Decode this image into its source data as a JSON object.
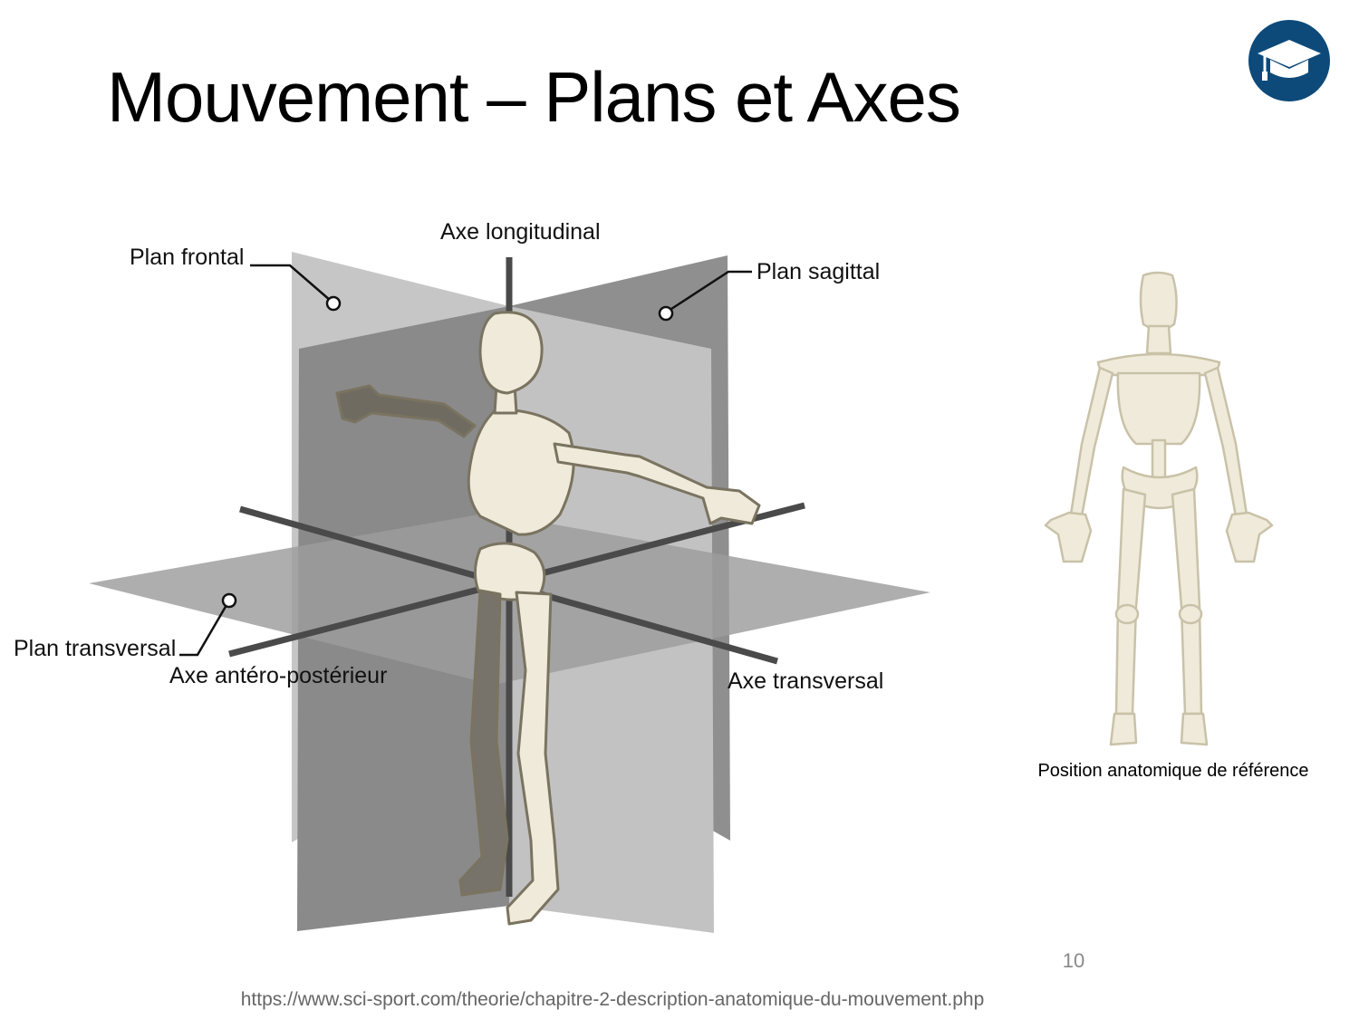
{
  "slide": {
    "title": "Mouvement – Plans et Axes",
    "page_number": "10",
    "source_url": "https://www.sci-sport.com/theorie/chapitre-2-description-anatomique-du-mouvement.php"
  },
  "logo": {
    "icon": "graduation-cap-icon",
    "color": "#0d4a7a"
  },
  "diagram": {
    "labels": {
      "axe_longitudinal": "Axe longitudinal",
      "plan_frontal": "Plan frontal",
      "plan_sagittal": "Plan sagittal",
      "plan_transversal": "Plan transversal",
      "axe_antero_posterieur": "Axe antéro-postérieur",
      "axe_transversal": "Axe transversal"
    }
  },
  "reference": {
    "caption": "Position anatomique de référence"
  },
  "colors": {
    "bone": "#efeada",
    "bone_stroke": "#c9c2a8",
    "plane_dark": "#8c8c8c",
    "plane_light": "#c6c6c6"
  }
}
